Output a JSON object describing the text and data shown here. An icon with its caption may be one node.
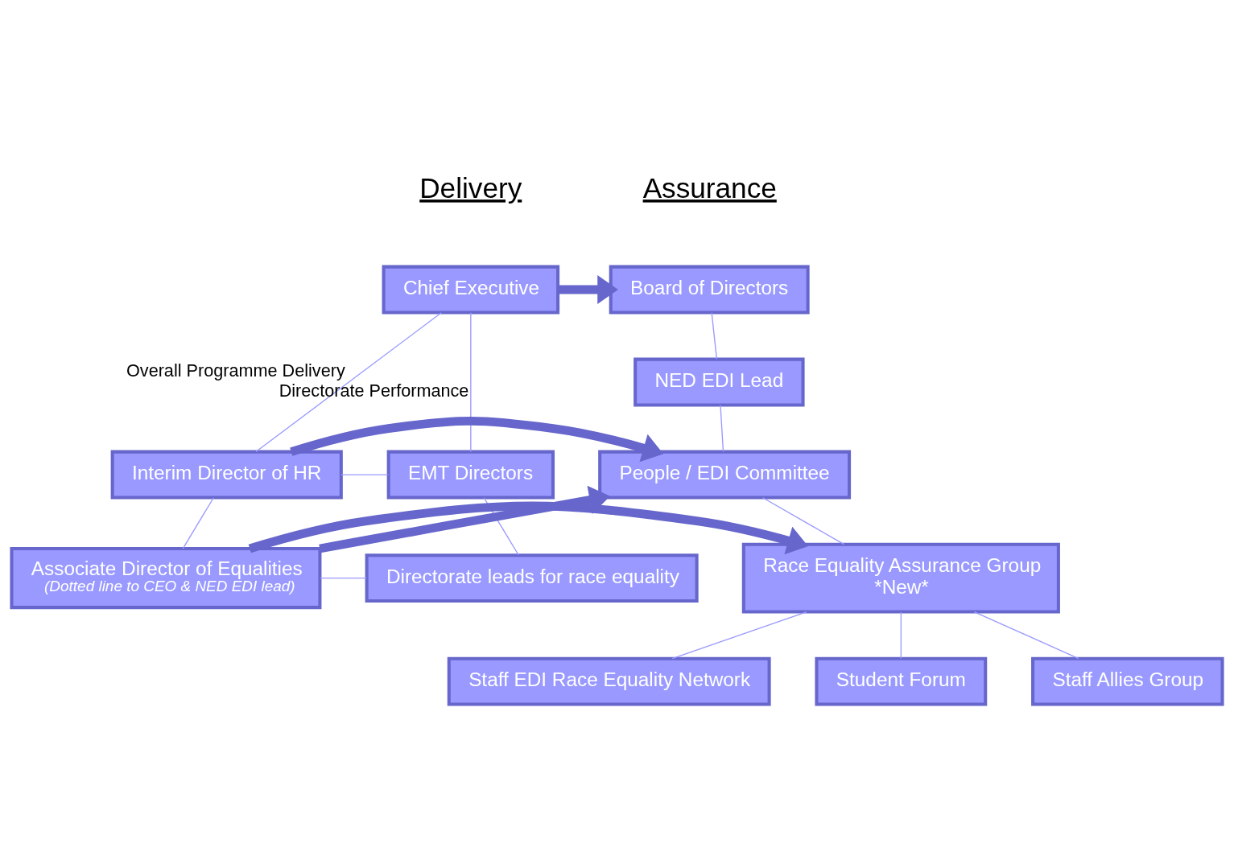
{
  "diagram": {
    "nodes": [
      {
        "text": [
          "Board of Directors"
        ]
      },
      {
        "text": [
          "Chief Executive"
        ]
      },
      {
        "text": [
          "NED EDI Lead"
        ]
      },
      {
        "text": [
          "People / EDI Committee"
        ]
      },
      {
        "text": [
          "Interim Director of HR"
        ]
      },
      {
        "text": [
          "EMT Directors"
        ]
      },
      {
        "text": [
          "Race Equality Assurance Group",
          "*New*"
        ]
      },
      {
        "text": [
          "Associate Director of Equalities",
          "(Dotted line to CEO & NED EDI lead)"
        ]
      },
      {
        "text": [
          "Directorate leads for race equality"
        ]
      },
      {
        "text": [
          "Staff EDI Race Equality Network"
        ]
      },
      {
        "text": [
          "Student Forum"
        ]
      },
      {
        "text": [
          "Staff Allies Group"
        ]
      }
    ],
    "edges": [
      {
        "from": 1,
        "to": 0,
        "arrow": "to",
        "style": "thick"
      },
      {
        "from": 0,
        "to": 2,
        "arrow": "none"
      },
      {
        "from": 2,
        "to": 3,
        "arrow": "none"
      },
      {
        "from": 4,
        "to": 3,
        "arrow": "to",
        "style": "thick"
      },
      {
        "from": 1,
        "to": 4,
        "arrow": "none",
        "label": "Overall Programme Delivery"
      },
      {
        "from": 1,
        "to": 5,
        "arrow": "none",
        "label": "Directorate Performance"
      },
      {
        "from": 4,
        "to": 5,
        "arrow": "none"
      },
      {
        "from": 4,
        "to": 7,
        "arrow": "none"
      },
      {
        "from": 5,
        "to": 8,
        "arrow": "none"
      },
      {
        "from": 7,
        "to": 3,
        "arrow": "to",
        "style": "thick"
      },
      {
        "from": 7,
        "to": 6,
        "arrow": "to",
        "style": "thick"
      },
      {
        "from": 7,
        "to": 8,
        "arrow": "none"
      },
      {
        "from": 3,
        "to": 6,
        "arrow": "none"
      },
      {
        "from": 6,
        "to": 9,
        "arrow": "none"
      },
      {
        "from": 6,
        "to": 10,
        "arrow": "none"
      },
      {
        "from": 6,
        "to": 11,
        "arrow": "none"
      }
    ],
    "labels": [
      "Assurance",
      "Delivery"
    ]
  }
}
